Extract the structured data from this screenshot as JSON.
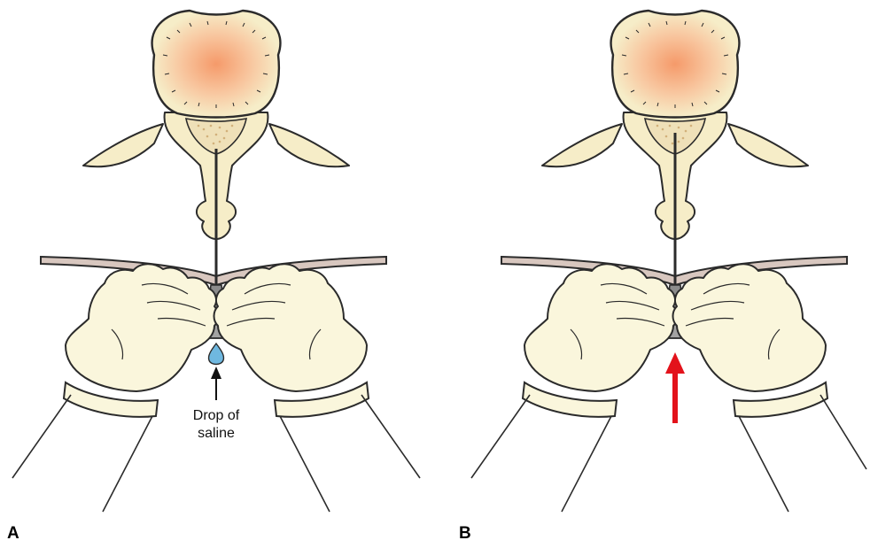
{
  "panels": [
    {
      "letter": "A",
      "annotation": {
        "line1": "Drop of",
        "line2": "saline"
      }
    },
    {
      "letter": "B"
    }
  ],
  "colors": {
    "bone": "#f6edc8",
    "bone_outline": "#2b2b2b",
    "glove": "#faf6dc",
    "skin": "#d8c7bf",
    "saline_drop": "#6fb8e0",
    "body_center": "#f7a878",
    "indicator_arrow": "#e3121b"
  },
  "icons": [
    "vertebra-icon",
    "spinal-needle-icon",
    "gloved-hand-icon",
    "saline-drop-icon",
    "pointer-arrow-icon",
    "red-arrow-icon"
  ]
}
